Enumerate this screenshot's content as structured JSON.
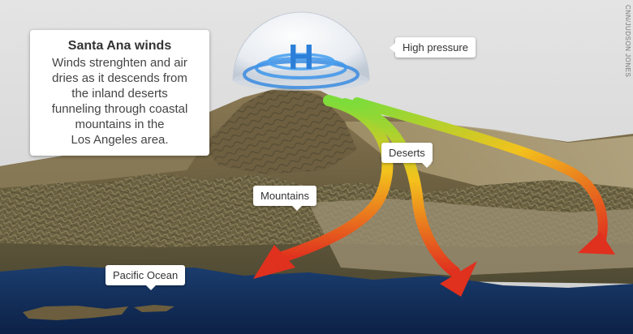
{
  "info": {
    "title": "Santa Ana winds",
    "body": "Winds strenghten and air\ndries as it descends from\nthe inland deserts\nfunneling through coastal\nmountains in the\nLos Angeles area."
  },
  "labels": {
    "high_pressure": "High pressure",
    "deserts": "Deserts",
    "mountains": "Mountains",
    "pacific_ocean": "Pacific Ocean"
  },
  "pressure_symbol": "H",
  "credit": "CNN/JUDSON JONES",
  "colors": {
    "ocean": "#10284f",
    "sky": "#dcdcdc",
    "arrow_start": "#7ddc3a",
    "arrow_mid": "#f3c21d",
    "arrow_end": "#e0301e",
    "high_pressure_blue": "#2f86e0"
  }
}
